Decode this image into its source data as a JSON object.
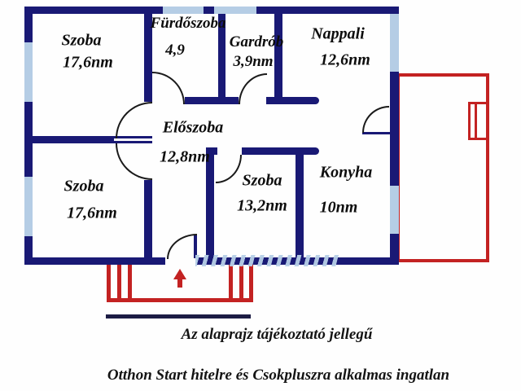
{
  "floor_plan": {
    "rooms": [
      {
        "name": "Szoba",
        "area": "17,6nm"
      },
      {
        "name": "Fürdőszoba",
        "area": "4,9"
      },
      {
        "name": "Gardrób",
        "area": "3,9nm"
      },
      {
        "name": "Nappali",
        "area": "12,6nm"
      },
      {
        "name": "Előszoba",
        "area": "12,8nm"
      },
      {
        "name": "Szoba",
        "area": "13,2nm"
      },
      {
        "name": "Konyha",
        "area": "10nm"
      },
      {
        "name": "Szoba",
        "area": "17,6nm"
      }
    ],
    "captions": {
      "line1": "Az alaprajz tájékoztató jellegű",
      "line2": "Otthon Start hitelre és Csokpluszra alkalmas ingatlan"
    },
    "colors": {
      "wall": "#191975",
      "window": "#b5cde5",
      "outdoor": "#c32222",
      "door": "#1a1a1a"
    }
  }
}
